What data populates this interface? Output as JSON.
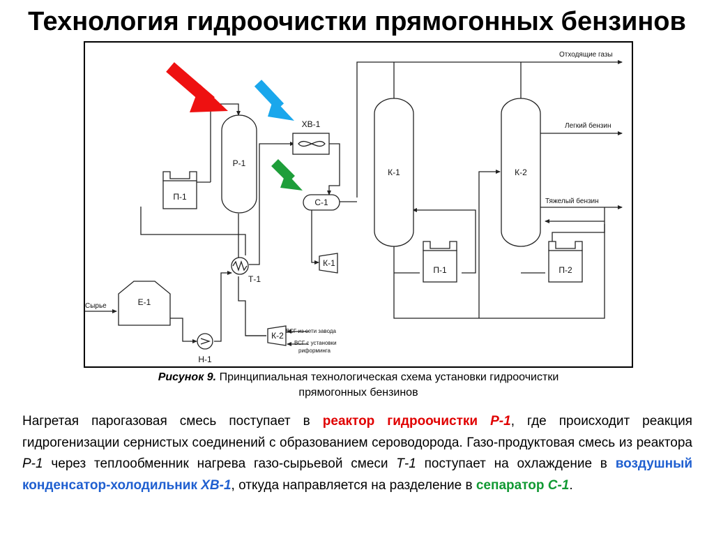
{
  "title": "Технология гидроочистки прямогонных бензинов",
  "diagram": {
    "equipment": {
      "reactor": "Р-1",
      "furnace1": "П-1",
      "cooler": "ХВ-1",
      "separator": "С-1",
      "column1": "К-1",
      "column2": "К-2",
      "furnace_k1": "П-1",
      "furnace_k2": "П-2",
      "compressor1": "К-1",
      "exchanger": "Т-1",
      "tank": "Е-1",
      "compressor2": "К-2",
      "pump": "Н-1"
    },
    "streams": {
      "feed": "Сырье",
      "offgas": "Отходящие газы",
      "light_gasoline": "Легкий бензин",
      "heavy_gasoline": "Тяжелый бензин",
      "hydrogen_plant": "ВСГ из сети завода",
      "hydrogen_reforming_1": "ВСГ с установки",
      "hydrogen_reforming_2": "риформинга"
    },
    "arrow_colors": {
      "reactor": "#ee1111",
      "cooler": "#1aa7ec",
      "separator": "#1e9e3a"
    }
  },
  "caption": {
    "label": "Рисунок 9.",
    "text_line1": "Принципиальная технологическая схема установки гидроочистки",
    "text_line2": "прямогонных бензинов"
  },
  "body": {
    "t1": "Нагретая парогазовая смесь поступает в ",
    "h1": "реактор гидроочистки ",
    "h1i": "Р-1",
    "t2": ", где происходит реакция гидрогенизации сернистых соединений с образованием сероводорода. Газо-продуктовая смесь из реактора ",
    "i1": "Р-1",
    "t3": " через теплообменник нагрева газо-сырьевой смеси ",
    "i2": "Т-1",
    "t4": " поступает на охлаждение в ",
    "h2": "воздушный конденсатор-холодильник ",
    "h2i": "ХВ-1",
    "t5": ", откуда направляется на разделение в ",
    "h3": "сепаратор ",
    "h3i": "С-1",
    "t6": "."
  }
}
